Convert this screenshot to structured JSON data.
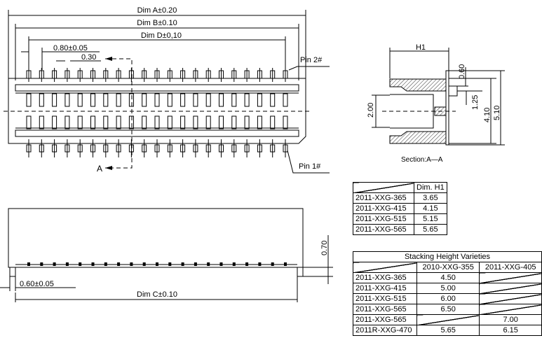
{
  "top_view": {
    "dim_a": "Dim A±0.20",
    "dim_b": "Dim B±0.10",
    "dim_d": "Dim D±0,10",
    "pitch": "0.80±0.05",
    "pin_width": "0.30",
    "pin2": "Pin  2#",
    "pin1": "Pin  1#",
    "section_marker": "A",
    "pin_count_per_row": 21
  },
  "side_view": {
    "height": "0.70",
    "leg": "0.60±0.05",
    "dim_c": "Dim C±0.10"
  },
  "section_view": {
    "h1": "H1",
    "d060": "0.60",
    "d125": "1.25",
    "d200": "2.00",
    "d410": "4.10",
    "d510": "5.10",
    "caption": "Section:A—A"
  },
  "h1_table": {
    "header": "Dim. H1",
    "rows": [
      {
        "part": "2011-XXG-365",
        "h1": "3.65"
      },
      {
        "part": "2011-XXG-415",
        "h1": "4.15"
      },
      {
        "part": "2011-XXG-515",
        "h1": "5.15"
      },
      {
        "part": "2011-XXG-565",
        "h1": "5.65"
      }
    ]
  },
  "stacking_table": {
    "title": "Stacking Height Varieties",
    "col1": "2010-XXG-355",
    "col2": "2011-XXG-405",
    "rows": [
      {
        "part": "2011-XXG-365",
        "c1": "4.50",
        "c2": ""
      },
      {
        "part": "2011-XXG-415",
        "c1": "5.00",
        "c2": ""
      },
      {
        "part": "2011-XXG-515",
        "c1": "6.00",
        "c2": ""
      },
      {
        "part": "2011-XXG-565",
        "c1": "6.50",
        "c2": ""
      },
      {
        "part": "2011-XXG-565",
        "c1": "",
        "c2": "7.00"
      },
      {
        "part": "2011R-XXG-470",
        "c1": "5.65",
        "c2": "6.15"
      }
    ]
  }
}
